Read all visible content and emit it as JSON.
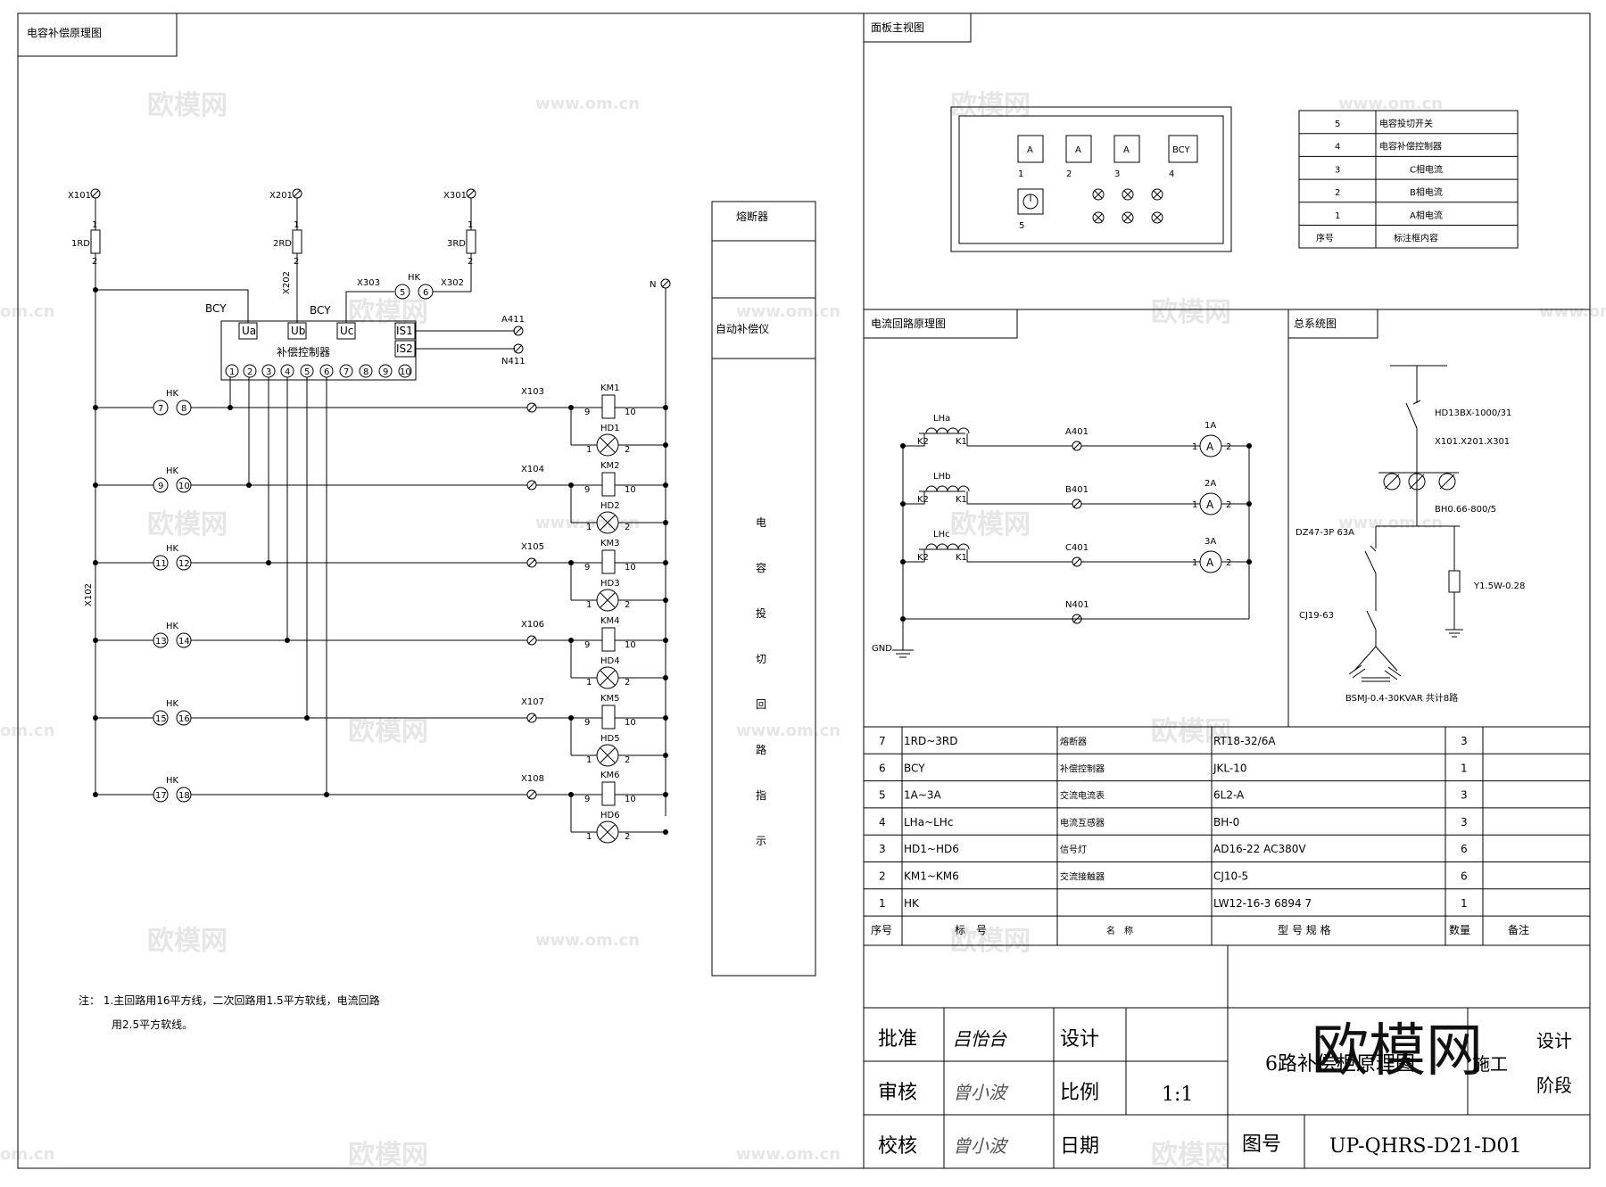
{
  "sections": {
    "capacitor_schematic": "电容补偿原理图",
    "panel_front": "面板主视图",
    "current_loop": "电流回路原理图",
    "system": "总系统图"
  },
  "left": {
    "fuse_terms": [
      "X101",
      "X201",
      "X301"
    ],
    "fuses": [
      "1RD",
      "2RD",
      "3RD"
    ],
    "x202": "X202",
    "x303": "X303",
    "x302": "X302",
    "hk": "HK",
    "bcy": "BCY",
    "controller_label": "补偿控制器",
    "ctrl_terms": [
      "Ua",
      "Ub",
      "Uc",
      "IS1",
      "IS2"
    ],
    "ctrl_pins": [
      "1",
      "2",
      "3",
      "4",
      "5",
      "6",
      "7",
      "8",
      "9",
      "10"
    ],
    "a411": "A411",
    "n411": "N411",
    "n": "N",
    "x102": "X102",
    "hk_pins": [
      "5",
      "6"
    ],
    "rows": [
      {
        "hk": "HK",
        "pins": [
          "7",
          "8"
        ],
        "x": "X103",
        "km": "KM1",
        "hd": "HD1"
      },
      {
        "hk": "HK",
        "pins": [
          "9",
          "10"
        ],
        "x": "X104",
        "km": "KM2",
        "hd": "HD2"
      },
      {
        "hk": "HK",
        "pins": [
          "11",
          "12"
        ],
        "x": "X105",
        "km": "KM3",
        "hd": "HD3"
      },
      {
        "hk": "HK",
        "pins": [
          "13",
          "14"
        ],
        "x": "X106",
        "km": "KM4",
        "hd": "HD4"
      },
      {
        "hk": "HK",
        "pins": [
          "15",
          "16"
        ],
        "x": "X107",
        "km": "KM5",
        "hd": "HD5"
      },
      {
        "hk": "HK",
        "pins": [
          "17",
          "18"
        ],
        "x": "X108",
        "km": "KM6",
        "hd": "HD6"
      }
    ],
    "note_1": "注：  1.主回路用16平方线，二次回路用1.5平方软线，电流回路",
    "note_2": "用2.5平方软线。"
  },
  "strip": {
    "fuse": "熔断器",
    "auto": "自动补偿仪",
    "vertical": [
      "电",
      "容",
      "投",
      "切",
      "回",
      "路",
      "指",
      "示"
    ]
  },
  "panel": {
    "meters": [
      "A",
      "A",
      "A",
      "BCY"
    ],
    "meter_nums": [
      "1",
      "2",
      "3",
      "4"
    ],
    "switch_num": "5",
    "legend": [
      {
        "n": "5",
        "t": "电容投切开关"
      },
      {
        "n": "4",
        "t": "电容补偿控制器"
      },
      {
        "n": "3",
        "t": "C相电流"
      },
      {
        "n": "2",
        "t": "B相电流"
      },
      {
        "n": "1",
        "t": "A相电流"
      }
    ],
    "legend_head": {
      "n": "序号",
      "t": "标注框内容"
    }
  },
  "current": {
    "ct": [
      "LHa",
      "LHb",
      "LHc"
    ],
    "k": [
      "K2",
      "K1"
    ],
    "wires": [
      "A401",
      "B401",
      "C401",
      "N401"
    ],
    "meters": [
      "1A",
      "2A",
      "3A"
    ],
    "meter_sym": "A",
    "pins": [
      "1",
      "2"
    ],
    "gnd": "GND"
  },
  "system": {
    "breaker_main": "HD13BX-1000/31",
    "terms": "X101.X201.X301",
    "ct": "BH0.66-800/5",
    "mcb": "DZ47-3P 63A",
    "arrester": "Y1.5W-0.28",
    "contactor": "CJ19-63",
    "capacitor": "BSMJ-0.4-30KVAR 共计8路"
  },
  "bom": {
    "rows": [
      {
        "n": "7",
        "code": "1RD~3RD",
        "name": "熔断器",
        "spec": "RT18-32/6A",
        "qty": "3"
      },
      {
        "n": "6",
        "code": "BCY",
        "name": "补偿控制器",
        "spec": "JKL-10",
        "qty": "1"
      },
      {
        "n": "5",
        "code": "1A~3A",
        "name": "交流电流表",
        "spec": "6L2-A",
        "qty": "3"
      },
      {
        "n": "4",
        "code": "LHa~LHc",
        "name": "电流互感器",
        "spec": "BH-0",
        "qty": "3"
      },
      {
        "n": "3",
        "code": "HD1~HD6",
        "name": "信号灯",
        "spec": "AD16-22 AC380V",
        "qty": "6"
      },
      {
        "n": "2",
        "code": "KM1~KM6",
        "name": "交流接触器",
        "spec": "CJ10-5",
        "qty": "6"
      },
      {
        "n": "1",
        "code": "HK",
        "name": "",
        "spec": "LW12-16-3 6894 7",
        "qty": "1"
      }
    ],
    "head": {
      "n": "序号",
      "code": "标　号",
      "name": "名　称",
      "spec": "型 号 规 格",
      "qty": "数量",
      "note": "备注"
    }
  },
  "title": {
    "approve": "批准",
    "review": "审核",
    "check": "校核",
    "design": "设计",
    "scale": "比例",
    "scale_val": "1:1",
    "date": "日期",
    "drawing_title": "6路补偿柜原理图",
    "stage_label_1": "设计",
    "stage_label_2": "阶段",
    "stage_val": "施工",
    "dwg_no_label": "图号",
    "dwg_no": "UP-QHRS-D21-D01",
    "sig1": "吕怡台",
    "sig2": "曾小波",
    "sig3": "曾小波"
  },
  "watermarks": {
    "logo": "欧模网",
    "url": "www.om.cn",
    "cn": "om.cn"
  }
}
